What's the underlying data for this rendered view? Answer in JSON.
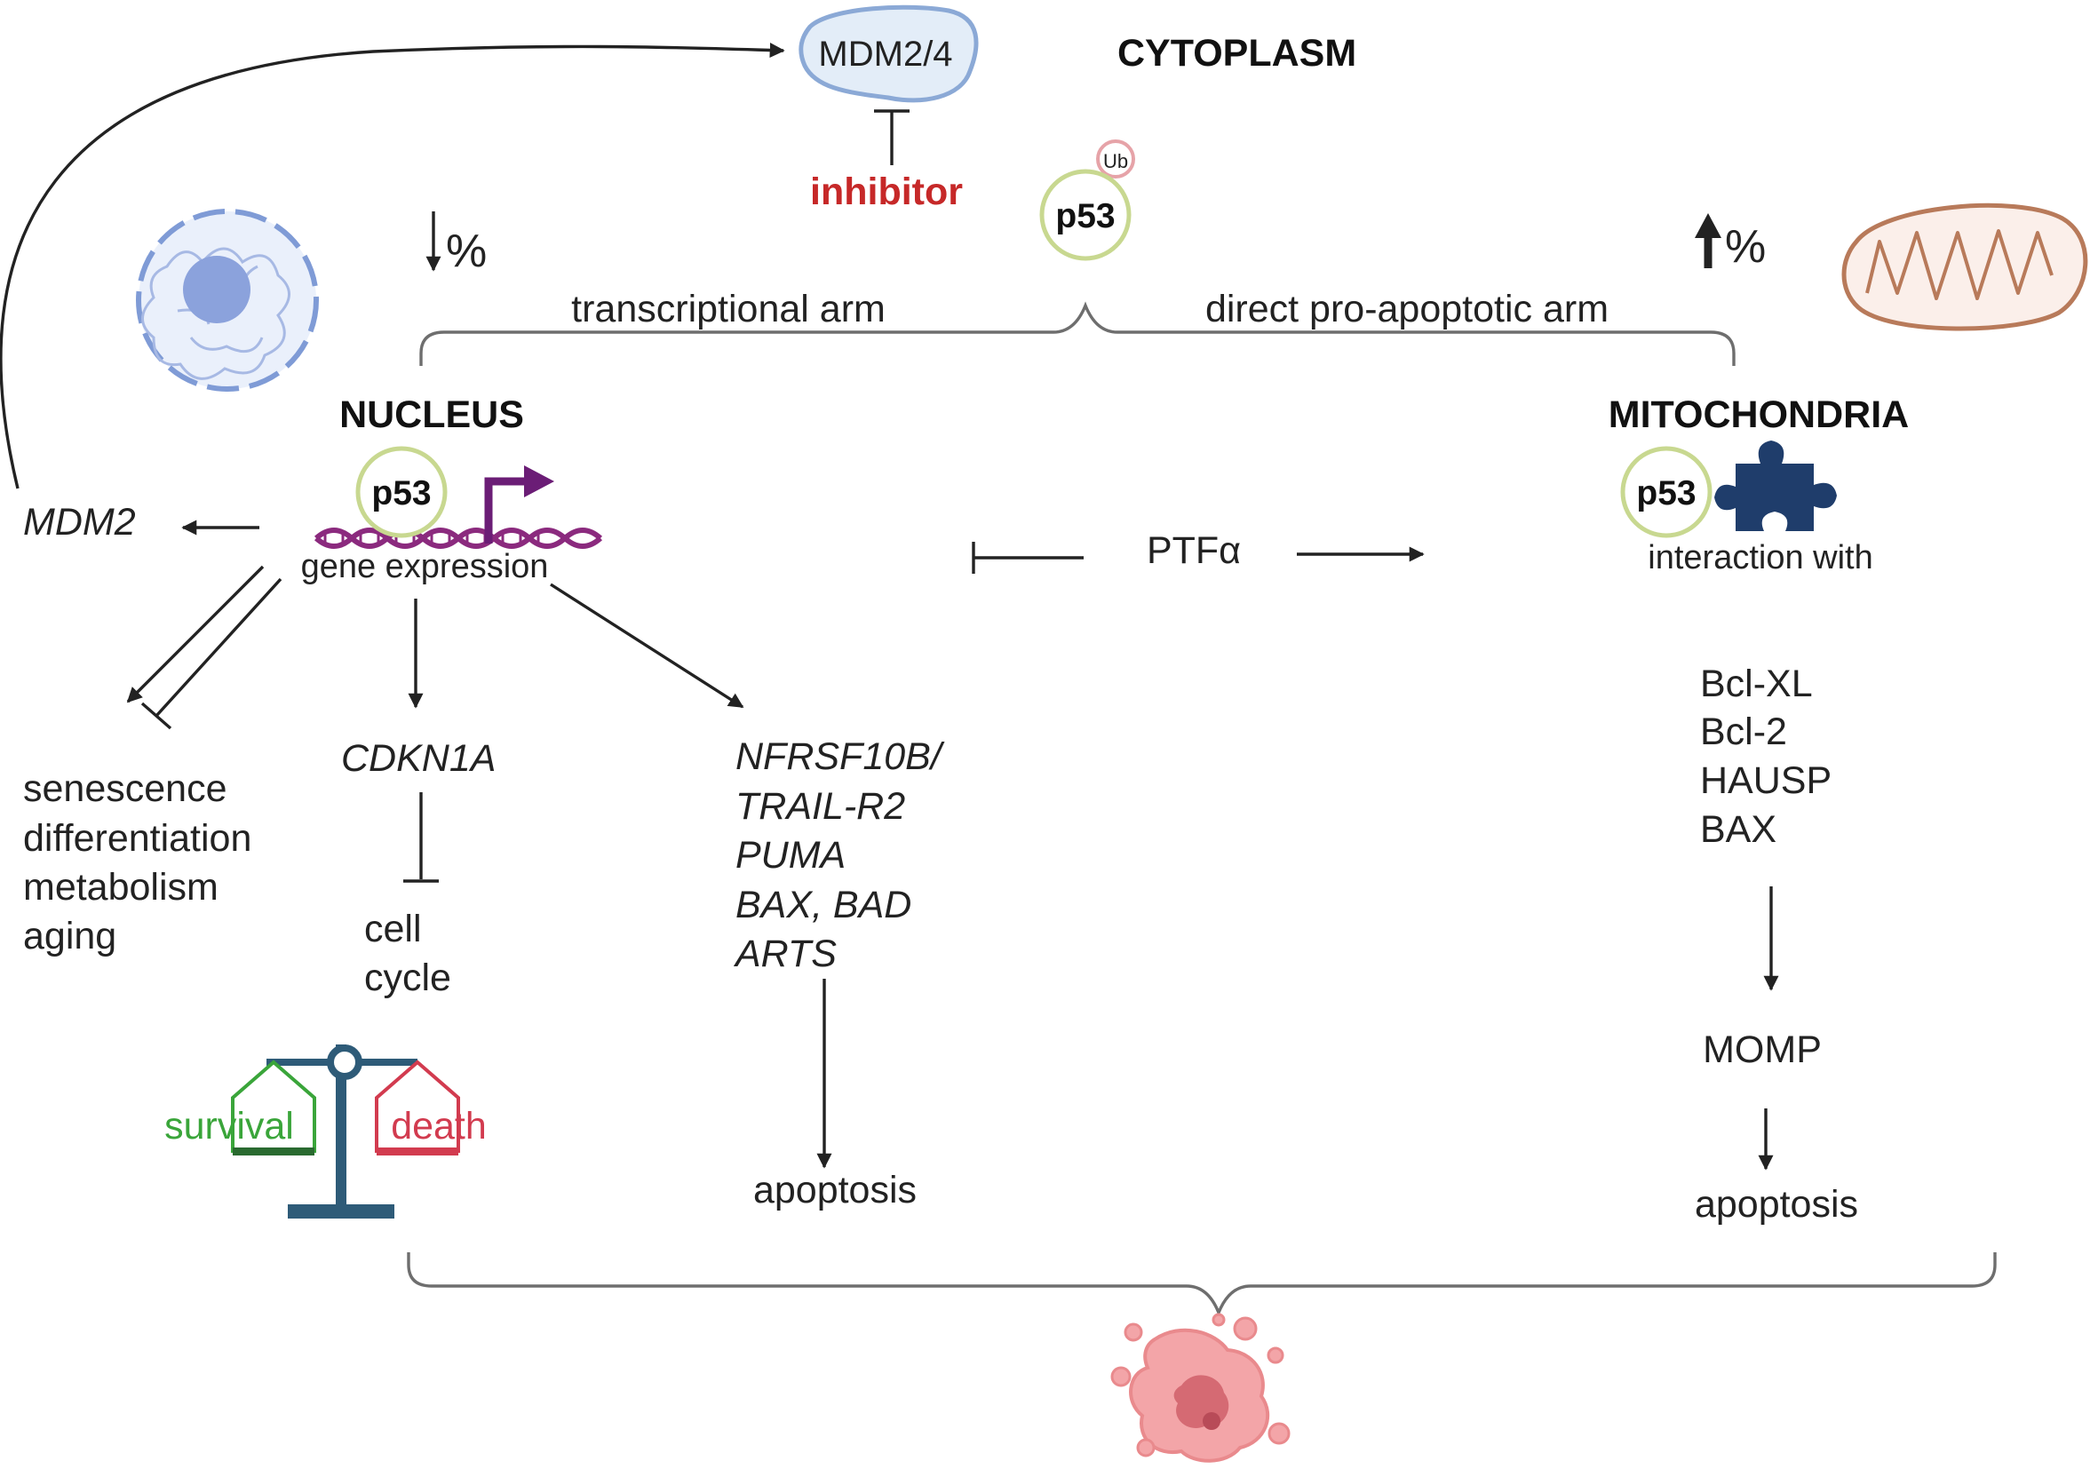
{
  "compartments": {
    "cytoplasm": "CYTOPLASM",
    "nucleus": "NUCLEUS",
    "mitochondria": "MITOCHONDRIA"
  },
  "mdm24": "MDM2/4",
  "inhibitor": "inhibitor",
  "ub": "Ub",
  "p53": "p53",
  "arms": {
    "transcriptional": "transcriptional arm",
    "direct": "direct pro-apoptotic arm"
  },
  "percent_down": "%",
  "percent_up": "%",
  "nucleus_labels": {
    "mdm2": "MDM2",
    "gene_expression": "gene expression"
  },
  "outcomes_left": [
    "senescence",
    "differentiation",
    "metabolism",
    "aging"
  ],
  "cdkn1a": "CDKN1A",
  "cell_cycle": [
    "cell",
    "cycle"
  ],
  "apoptotic_genes": [
    "NFRSF10B/",
    "TRAIL-R2",
    "PUMA",
    "BAX, BAD",
    "ARTS"
  ],
  "apoptosis_left": "apoptosis",
  "ptf": "PTFα",
  "interaction_with": "interaction with",
  "partners": [
    "Bcl-XL",
    "Bcl-2",
    "HAUSP",
    "BAX"
  ],
  "momp": "MOMP",
  "apoptosis_right": "apoptosis",
  "balance": {
    "survival": "survival",
    "death": "death"
  },
  "colors": {
    "inhibitor": "#c62828",
    "survival": "#3aa53a",
    "death": "#d23b4f",
    "p53_ring": "#c8d890",
    "dna": "#8b2a7e",
    "tss_arrow": "#6b1d76",
    "puzzle": "#1f3d6b",
    "scale": "#2e5b78",
    "mdm_fill": "#e3edf8",
    "mdm_stroke": "#8ba9d6",
    "nucleus_blue": "#7f9bd6",
    "mito": "#b87a5a",
    "tumor": "#e98a8d"
  }
}
